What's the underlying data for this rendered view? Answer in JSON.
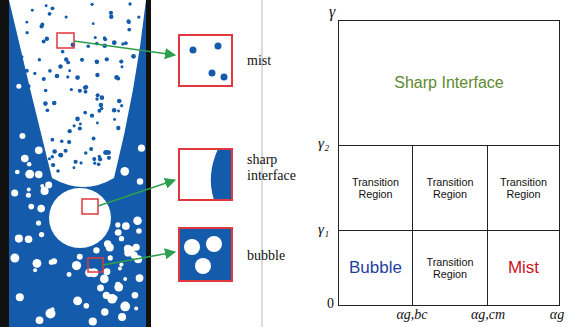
{
  "diagram": {
    "nodes": [
      {
        "text": [
          "mist"
        ]
      },
      {
        "text": [
          "sharp interface"
        ]
      },
      {
        "text": [
          "bubble"
        ]
      },
      {
        "text": [
          "Sharp Interface"
        ]
      },
      {
        "text": [
          "Transition Region"
        ]
      },
      {
        "text": [
          "Transition Region"
        ]
      },
      {
        "text": [
          "Transition Region"
        ]
      },
      {
        "text": [
          "Bubble"
        ]
      },
      {
        "text": [
          "Transition Region"
        ]
      },
      {
        "text": [
          "Mist"
        ]
      }
    ],
    "labels": [
      "γ",
      "γ₂",
      "γ₁",
      "0",
      "αg,bc",
      "αg,cm",
      "αg"
    ]
  }
}
